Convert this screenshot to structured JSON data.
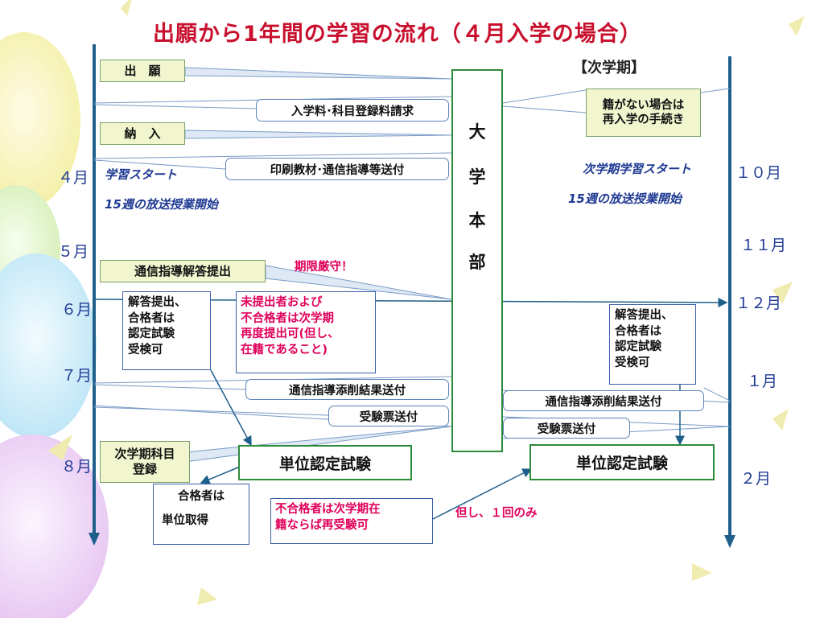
{
  "title": "出願から1年間の学習の流れ（４月入学の場合）",
  "next_term_label": "【次学期】",
  "hq": {
    "chars": [
      "大",
      "学",
      "本",
      "部"
    ]
  },
  "left_steps": {
    "application": "出　願",
    "payment": "納　入",
    "answer_submit": "通信指導解答提出",
    "next_register_line1": "次学期科目",
    "next_register_line2": "登録"
  },
  "messages": {
    "fee_request": "入学料･科目登録料請求",
    "materials_sent": "印刷教材･通信指導等送付",
    "results_left": "通信指導添削結果送付",
    "ticket_left": "受験票送付",
    "results_right": "通信指導添削結果送付",
    "ticket_right": "受験票送付"
  },
  "notes": {
    "study_start": "学習スタート",
    "broadcast_start": "15週の放送授業開始",
    "deadline": "期限厳守！",
    "next_study_start": "次学期学習スタート",
    "next_broadcast_start": "15週の放送授業開始",
    "only_once": "但し、１回のみ"
  },
  "months_left": [
    "４月",
    "５月",
    "６月",
    "７月",
    "８月"
  ],
  "months_right": [
    "１０月",
    "１１月",
    "１２月",
    "１月",
    "２月"
  ],
  "left_exam_eligibility": [
    "解答提出、",
    "合格者は",
    "認定試験",
    "受検可"
  ],
  "right_exam_eligibility": [
    "解答提出、",
    "合格者は",
    "認定試験",
    "受検可"
  ],
  "unsubmitted_note": [
    "未提出者および",
    "不合格者は次学期",
    "再度提出可(但し、",
    "在籍であること)"
  ],
  "readmission": [
    "籍がない場合は",
    "再入学の手続き"
  ],
  "exam_left": "単位認定試験",
  "exam_right": "単位認定試験",
  "pass_credit": [
    "合格者は",
    "単位取得"
  ],
  "fail_retake": [
    "不合格者は次学期在",
    "籍ならば再受験可"
  ],
  "colors": {
    "title": "#c8102e",
    "timeline": "#1f5f8b",
    "accent_red": "#e0005a",
    "italic_blue": "#1f3a93",
    "hq_border": "#2e8b3c"
  }
}
